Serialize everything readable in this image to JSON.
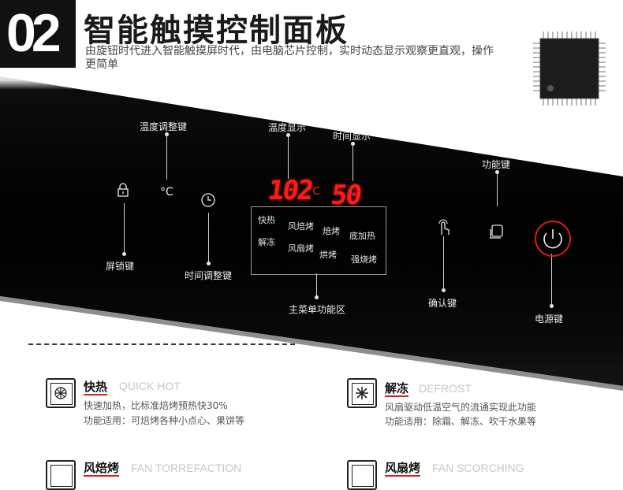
{
  "header": {
    "number": "02",
    "title": "智能触摸控制面板",
    "description": "由旋钮时代进入智能触摸屏时代，由电脑芯片控制，实时动态显示观察更直观，操作更简单"
  },
  "panel": {
    "labels": {
      "temp_adjust": "温度调整键",
      "temp_display": "温度显示",
      "time_display": "时间显示",
      "function_key": "功能键",
      "lock_key": "屏锁键",
      "time_adjust": "时间调整键",
      "main_menu": "主菜单功能区",
      "confirm_key": "确认键",
      "power_key": "电源键"
    },
    "display": {
      "temperature": "102",
      "temperature_unit": "°C",
      "time": "50"
    },
    "menu_items": [
      "快热",
      "风焙烤",
      "焙烤",
      "底加热",
      "解冻",
      "风扇烤",
      "烘烤",
      "强烧烤"
    ],
    "icons": [
      "lock-icon",
      "celsius-icon",
      "clock-icon",
      "confirm-icon",
      "function-icon",
      "power-icon"
    ]
  },
  "features": [
    {
      "title": "快热",
      "title_en": "QUICK HOT",
      "lines": [
        "快速加热，比标准焙烤预热快30%",
        "功能适用：可焙烤各种小点心、果饼等"
      ],
      "icon": "fan-oven-icon"
    },
    {
      "title": "解冻",
      "title_en": "DEFROST",
      "lines": [
        "风扇驱动低温空气的流通实现此功能",
        "功能适用：除霜、解冻、吹干水果等"
      ],
      "icon": "snowflake-icon"
    },
    {
      "title": "风焙烤",
      "title_en": "FAN TORREFACTION",
      "lines": [],
      "icon": "fan-icon"
    },
    {
      "title": "风扇烤",
      "title_en": "FAN SCORCHING",
      "lines": [],
      "icon": "grill-icon"
    }
  ],
  "colors": {
    "accent_red": "#d51c1c",
    "panel_black": "#000000",
    "display_red": "#ff1a1a"
  }
}
